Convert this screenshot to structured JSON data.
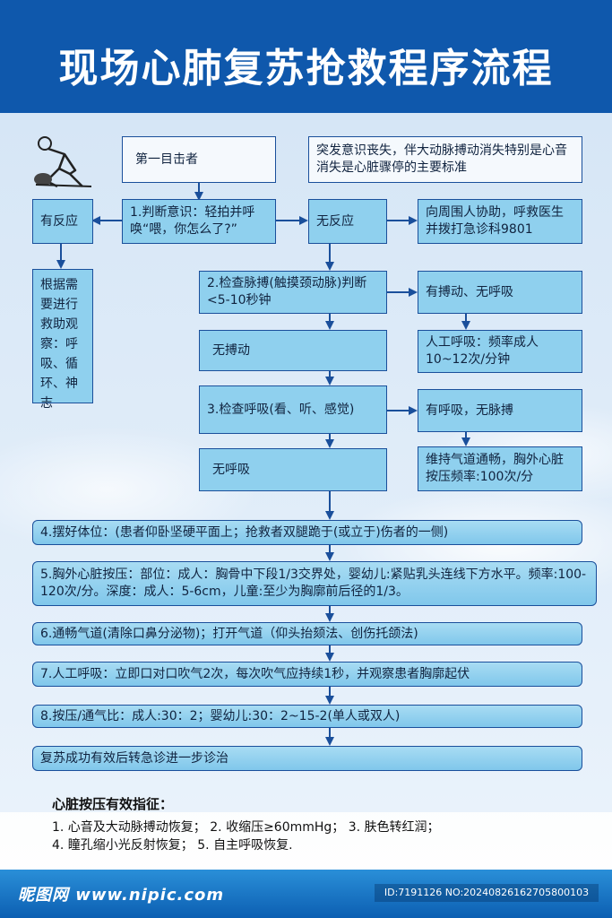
{
  "title": "现场心肺复苏抢救程序流程",
  "colors": {
    "banner": "#0f58ac",
    "box_fill": "#8fd0ee",
    "box_border": "#1a4f9b",
    "arrow": "#1a4f9b"
  },
  "icons": {
    "illustration": "cpr-person-icon"
  },
  "flow": {
    "first_witness": "第一目击者",
    "criteria": "突发意识丧失，伴大动脉搏动消失特别是心音消失是心脏骤停的主要标准",
    "judge": "1.判断意识：轻拍并呼唤“喂，你怎么了?”",
    "responsive": "有反应",
    "unresponsive": "无反应",
    "call_help": "向周围人协助，呼救医生并拨打急诊科9801",
    "observe": "根据需要进行救助观察：呼吸、循环、神志",
    "check_pulse": "2.检查脉搏(触摸颈动脉)判断<5-10秒钟",
    "pulse_no_breath": "有搏动、无呼吸",
    "rescue_breath": "人工呼吸：频率成人10~12次/分钟",
    "no_pulse": "无搏动",
    "check_breath": "3.检查呼吸(看、听、感觉)",
    "breath_no_pulse": "有呼吸，无脉搏",
    "maintain_airway": "维持气道通畅，胸外心脏按压频率:100次/分",
    "no_breath": "无呼吸"
  },
  "steps": [
    "4.摆好体位：(患者仰卧坚硬平面上；抢救者双腿跪于(或立于)伤者的一侧)",
    "5.胸外心脏按压：部位：成人：胸骨中下段1/3交界处，婴幼儿:紧贴乳头连线下方水平。频率:100-120次/分。深度：成人：5-6cm，儿童:至少为胸廓前后径的1/3。",
    "6.通畅气道(清除口鼻分泌物)；打开气道（仰头抬颏法、创伤托颌法)",
    "7.人工呼吸：立即口对口吹气2次，每次吹气应持续1秒，并观察患者胸廓起伏",
    "8.按压/通气比：成人:30：2；婴幼儿:30：2~15-2(单人或双人)",
    "复苏成功有效后转急诊进一步诊治"
  ],
  "indicators": {
    "heading": "心脏按压有效指征：",
    "line1": "1. 心音及大动脉搏动恢复；   2. 收缩压≥60mmHg；   3. 肤色转红润；",
    "line2": "4. 瞳孔缩小光反射恢复；     5. 自主呼吸恢复."
  },
  "footer": {
    "logo": "昵图网 www.nipic.com",
    "id_text": "ID:7191126 NO:20240826162705800103"
  }
}
